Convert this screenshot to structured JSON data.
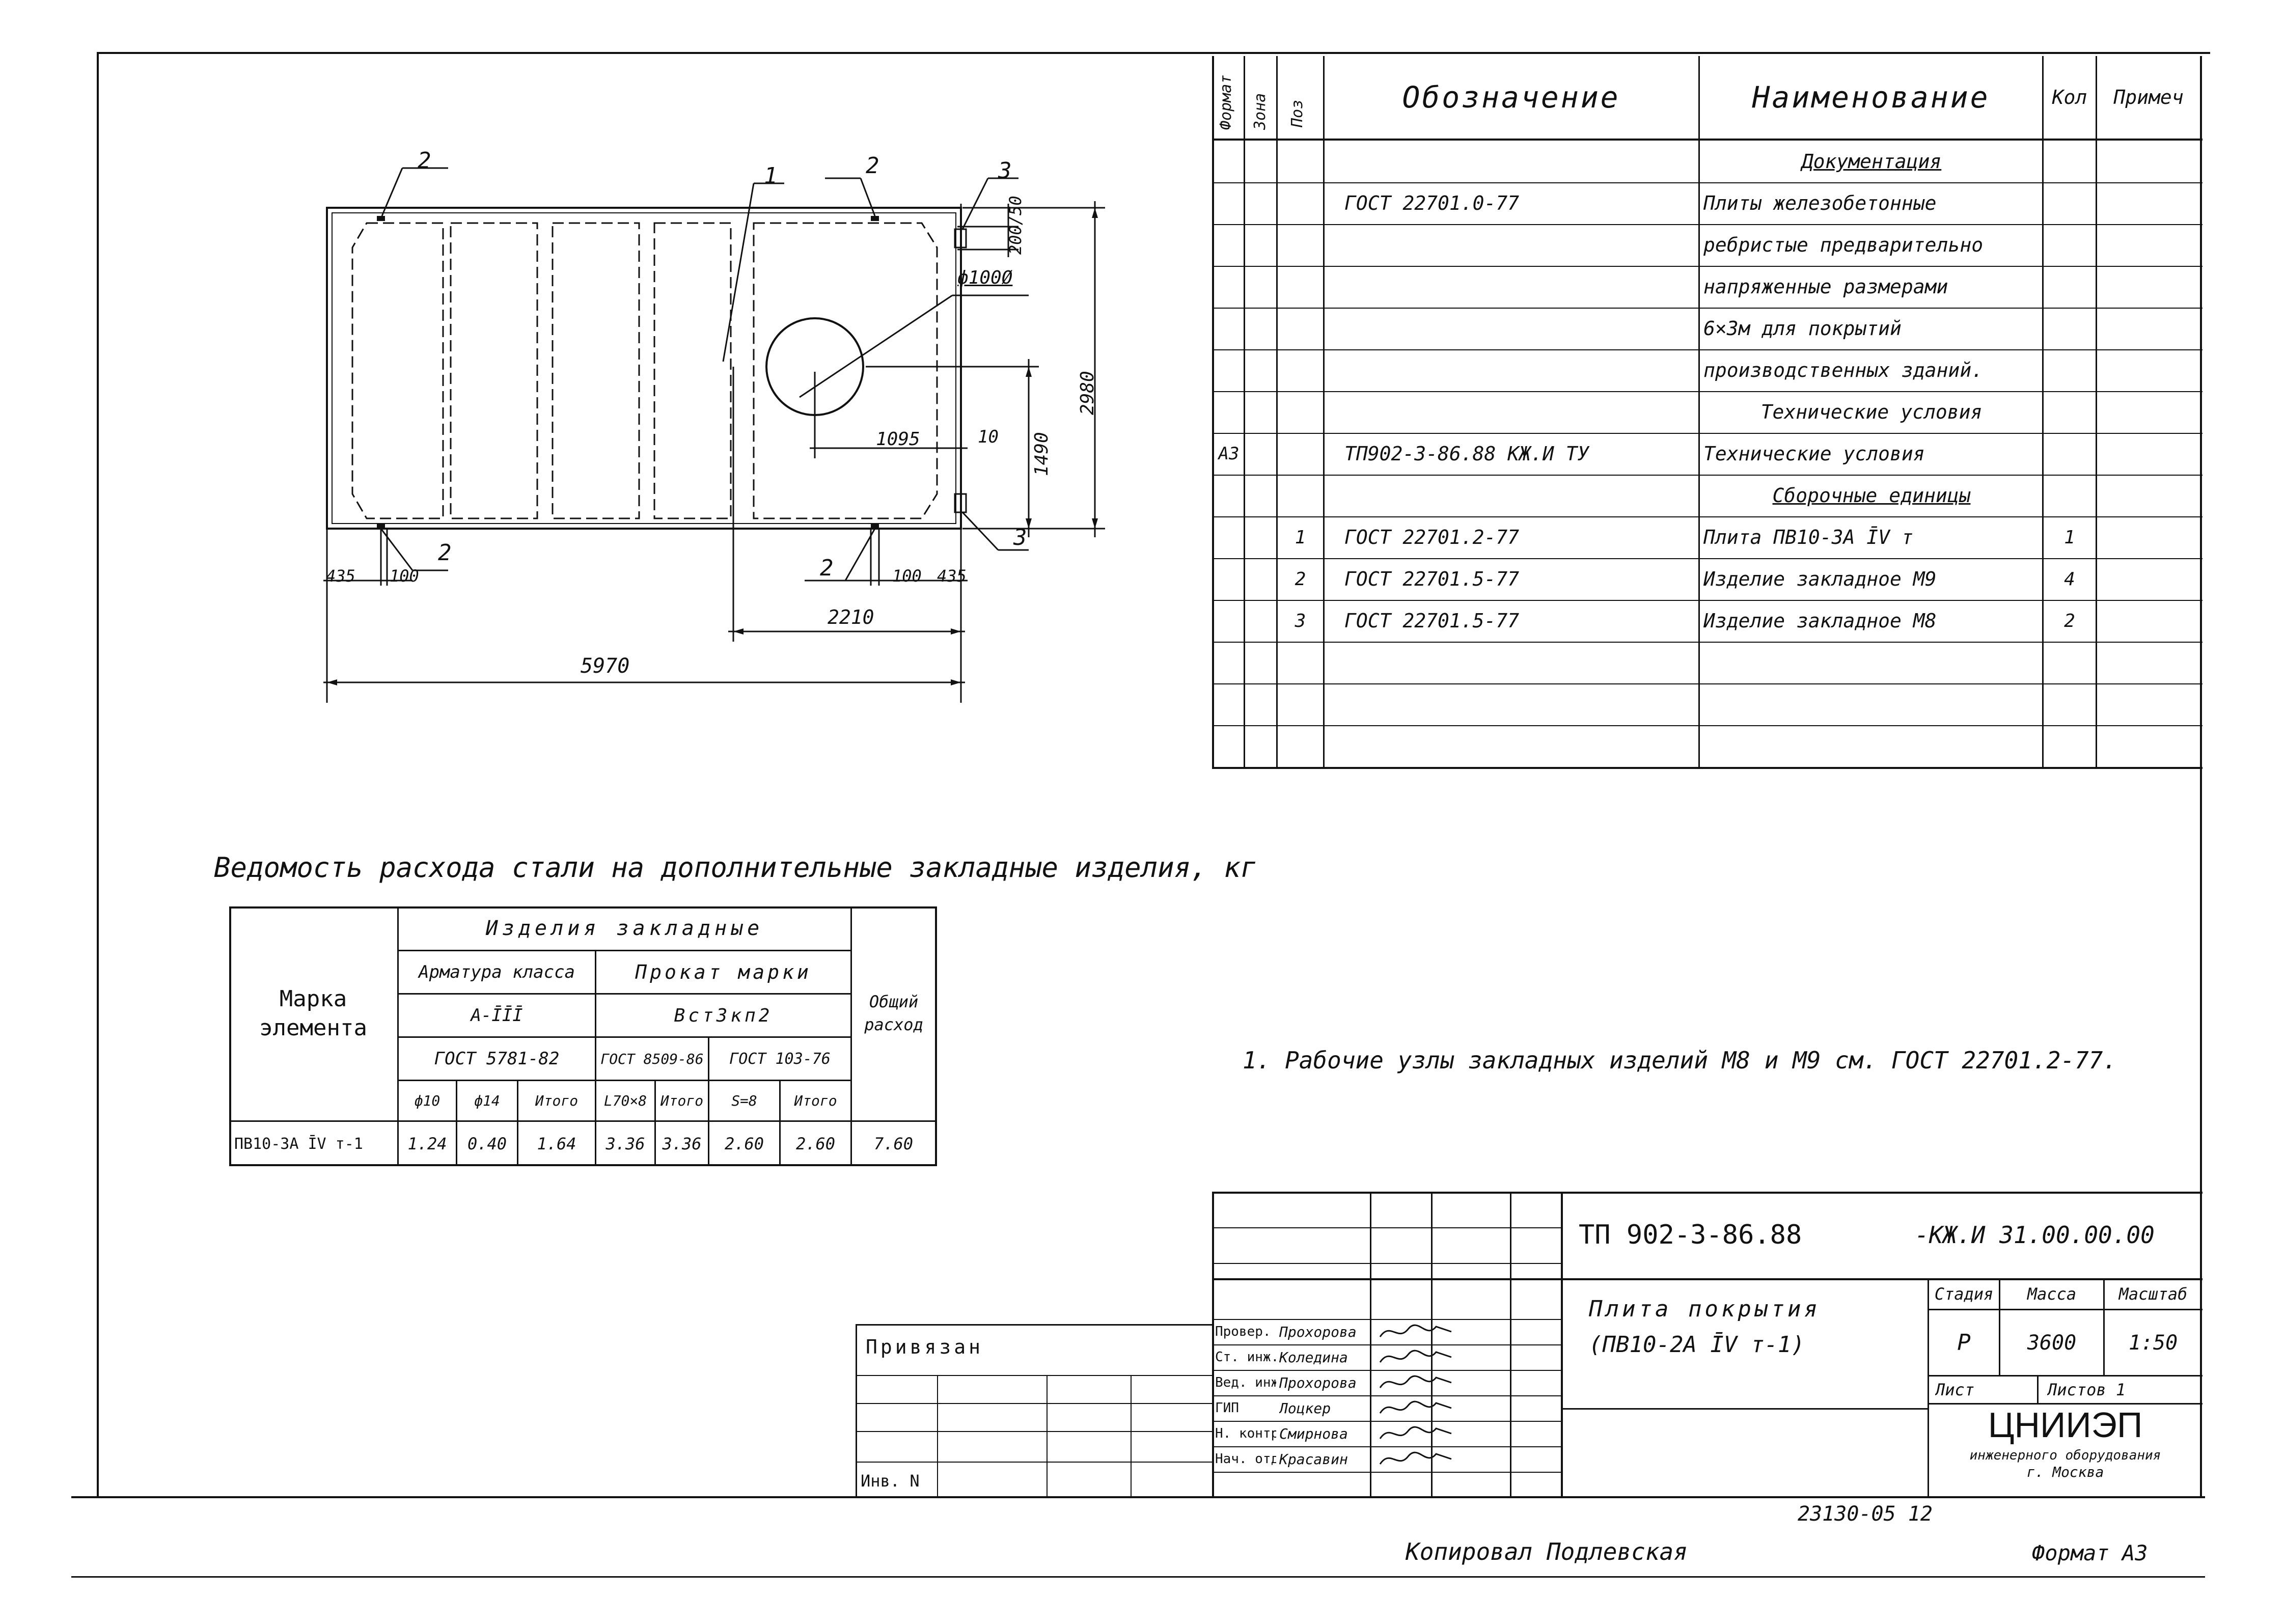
{
  "spec_table": {
    "headers": {
      "format": "Формат",
      "zone": "Зона",
      "pos": "Поз",
      "designation": "Обозначение",
      "name": "Наименование",
      "qty": "Кол",
      "note": "Примеч"
    },
    "rows": [
      {
        "format": "",
        "pos": "",
        "designation": "",
        "name": "Документация",
        "qty": ""
      },
      {
        "format": "",
        "pos": "",
        "designation": "ГОСТ 22701.0-77",
        "name": "Плиты железобетонные",
        "qty": ""
      },
      {
        "format": "",
        "pos": "",
        "designation": "",
        "name": "ребристые предварительно",
        "qty": ""
      },
      {
        "format": "",
        "pos": "",
        "designation": "",
        "name": "напряженные размерами",
        "qty": ""
      },
      {
        "format": "",
        "pos": "",
        "designation": "",
        "name": "6×3м для покрытий",
        "qty": ""
      },
      {
        "format": "",
        "pos": "",
        "designation": "",
        "name": "производственных зданий.",
        "qty": ""
      },
      {
        "format": "",
        "pos": "",
        "designation": "",
        "name": "Технические условия",
        "qty": ""
      },
      {
        "format": "А3",
        "pos": "",
        "designation": "ТП902-3-86.88   КЖ.И   ТУ",
        "name": "Технические условия",
        "qty": ""
      },
      {
        "format": "",
        "pos": "",
        "designation": "",
        "name": "Сборочные единицы",
        "qty": ""
      },
      {
        "format": "",
        "pos": "1",
        "designation": "ГОСТ 22701.2-77",
        "name": "Плита ПВ10-3А ĪV т",
        "qty": "1"
      },
      {
        "format": "",
        "pos": "2",
        "designation": "ГОСТ 22701.5-77",
        "name": "Изделие закладное   М9",
        "qty": "4"
      },
      {
        "format": "",
        "pos": "3",
        "designation": "ГОСТ 22701.5-77",
        "name": "Изделие закладное   М8",
        "qty": "2"
      }
    ]
  },
  "drawing": {
    "labels": [
      "1",
      "2",
      "2",
      "3",
      "2",
      "2",
      "3"
    ],
    "dimensions": {
      "d200_50": "200/50",
      "diameter": "ф100Ø",
      "d1095": "1095",
      "d10": "10",
      "d1490": "1490",
      "d2980": "2980",
      "d435_left": "435",
      "d100_left": "100",
      "d100_right": "100",
      "d435_right": "435",
      "d2210": "2210",
      "d5970": "5970"
    }
  },
  "steel_statement": {
    "title": "Ведомость расхода стали на дополнительные закладные изделия, кг",
    "col_element": "Марка элемента",
    "group_header": "Изделия закладные",
    "rebar": "Арматура класса",
    "rebar_class": "А-ĪĪĪ",
    "rebar_gost": "ГОСТ 5781-82",
    "rolled": "Прокат марки",
    "rolled_grade": "Вст3кп2",
    "rolled_gost1": "ГОСТ 8509-86",
    "rolled_gost2": "ГОСТ 103-76",
    "col_total": "Общий расход",
    "sub": [
      "ф10",
      "ф14",
      "Итого",
      "L70×8",
      "Итого",
      "S=8",
      "Итого"
    ],
    "row_mark": "ПВ10-3А ĪV т-1",
    "row_values": [
      "1.24",
      "0.40",
      "1.64",
      "3.36",
      "3.36",
      "2.60",
      "2.60",
      "7.60"
    ]
  },
  "note": "1. Рабочие узлы закладных изделий М8 и М9 см. ГОСТ 22701.2-77.",
  "title_block": {
    "code": "ТП 902-3-86.88",
    "code_suffix": "-КЖ.И 31.00.00.00",
    "sheet_title_1": "Плита покрытия",
    "sheet_title_2": "(ПВ10-2А ĪV т-1)",
    "stage_label": "Стадия",
    "mass_label": "Масса",
    "scale_label": "Масштаб",
    "stage": "Р",
    "mass": "3600",
    "scale": "1:50",
    "sheet_label": "Лист",
    "sheets_label": "Листов  1",
    "org": "ЦНИИЭП",
    "org_sub1": "инженерного оборудования",
    "org_sub2": "г. Москва",
    "linked": "Привязан",
    "inv": "Инв. N",
    "roles": [
      {
        "role": "Провер.",
        "person": "Прохорова"
      },
      {
        "role": "Ст. инж.",
        "person": "Коледина"
      },
      {
        "role": "Вед. инж.",
        "person": "Прохорова"
      },
      {
        "role": "ГИП",
        "person": "Лоцкер"
      },
      {
        "role": "Н. контр.",
        "person": "Смирнова"
      },
      {
        "role": "Нач. отд.",
        "person": "Красавин"
      }
    ]
  },
  "bottom": {
    "archive_no": "23130-05  12",
    "copied": "Копировал  Подлевская",
    "format": "Формат А3"
  }
}
